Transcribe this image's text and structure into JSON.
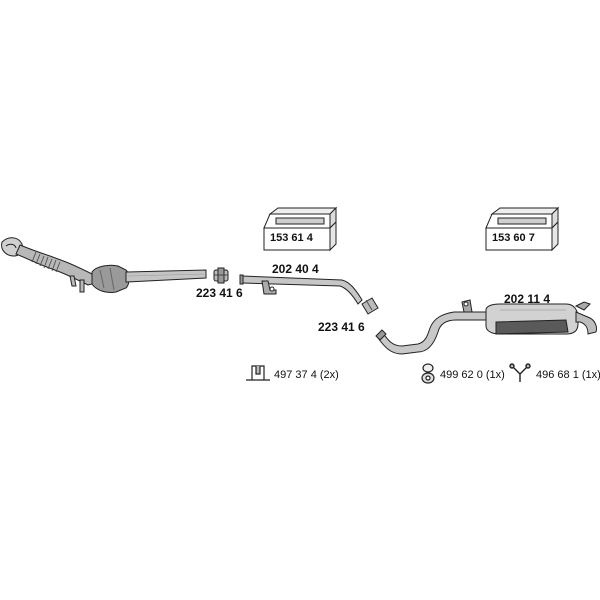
{
  "parts": {
    "kit_box_front": "153 61 4",
    "kit_box_rear": "153 60 7",
    "clamp_front": "223 41 6",
    "middle_pipe": "202 40 4",
    "clamp_middle": "223 41 6",
    "rear_silencer": "202 11 4"
  },
  "accessories": {
    "mount_bracket": "497 37 4 (2x)",
    "rubber_ring": "499 62 0 (1x)",
    "y_hanger": "496 68 1 (1x)"
  },
  "colors": {
    "line": "#222222",
    "part_fill": "#bdbdbd",
    "dark_fill": "#5a5a5a",
    "box_fill": "#ffffff"
  }
}
